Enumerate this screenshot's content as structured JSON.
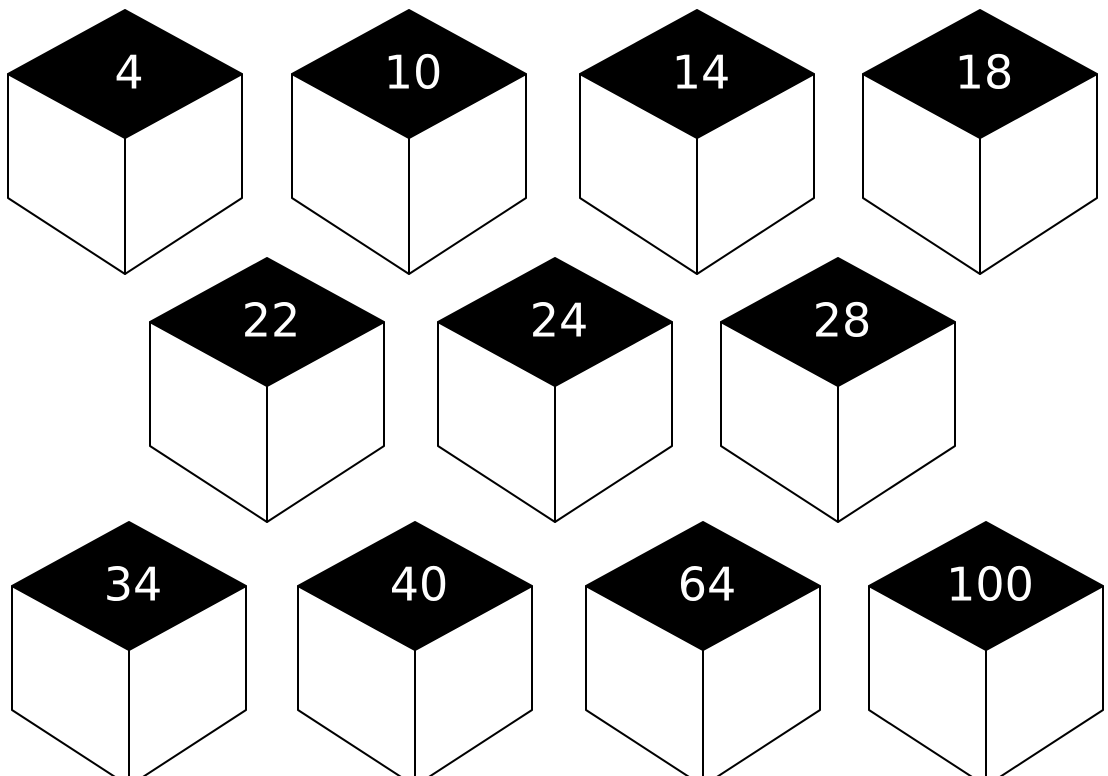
{
  "colors": {
    "background": "#ffffff",
    "top_face": "#000000",
    "side_face": "#ffffff",
    "outline": "#000000",
    "label": "#ffffff"
  },
  "cubes": [
    {
      "label": "4"
    },
    {
      "label": "10"
    },
    {
      "label": "14"
    },
    {
      "label": "18"
    },
    {
      "label": "22"
    },
    {
      "label": "24"
    },
    {
      "label": "28"
    },
    {
      "label": "34"
    },
    {
      "label": "40"
    },
    {
      "label": "64"
    },
    {
      "label": "100"
    }
  ]
}
